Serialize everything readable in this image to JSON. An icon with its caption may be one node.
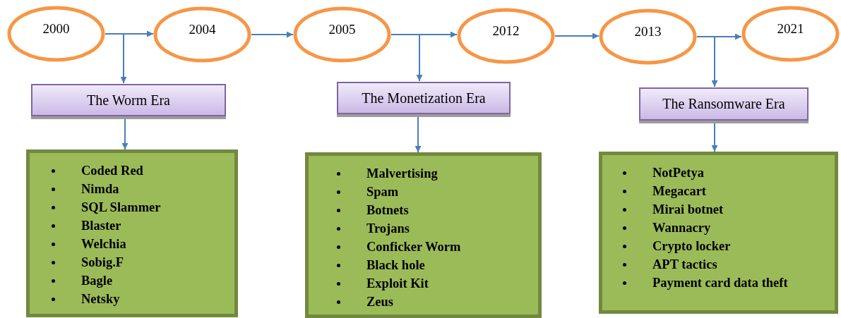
{
  "diagram": {
    "nodes": [
      {
        "text": [
          "2000"
        ]
      },
      {
        "text": [
          "2004"
        ]
      },
      {
        "text": [
          "2005"
        ]
      },
      {
        "text": [
          "2012"
        ]
      },
      {
        "text": [
          "2013"
        ]
      },
      {
        "text": [
          "2021"
        ]
      },
      {
        "text": [
          "The Worm Era"
        ]
      },
      {
        "text": [
          "The Monetization Era"
        ]
      },
      {
        "text": [
          "The Ransomware Era"
        ]
      },
      {
        "text": [
          "Coded Red",
          "Nimda",
          "SQL Slammer",
          "Blaster",
          "Welchia",
          "Sobig.F",
          "Bagle",
          "Netsky"
        ]
      },
      {
        "text": [
          "Malvertising",
          "Spam",
          "Botnets",
          "Trojans",
          "Conficker Worm",
          "Black hole",
          "Exploit Kit",
          "Zeus"
        ]
      },
      {
        "text": [
          "NotPetya",
          "Megacart",
          "Mirai botnet",
          "Wannacry",
          "Crypto locker",
          "APT tactics",
          "Payment card data theft"
        ]
      }
    ],
    "edges": [
      {
        "from": 0,
        "to": 1,
        "arrow": "to"
      },
      {
        "from": 1,
        "to": 2,
        "arrow": "to"
      },
      {
        "from": 2,
        "to": 3,
        "arrow": "to"
      },
      {
        "from": 3,
        "to": 4,
        "arrow": "to"
      },
      {
        "from": 4,
        "to": 5,
        "arrow": "to"
      },
      {
        "from": 0,
        "to": 6,
        "arrow": "to"
      },
      {
        "from": 2,
        "to": 7,
        "arrow": "to"
      },
      {
        "from": 4,
        "to": 8,
        "arrow": "to"
      },
      {
        "from": 6,
        "to": 9,
        "arrow": "to"
      },
      {
        "from": 7,
        "to": 10,
        "arrow": "to"
      },
      {
        "from": 8,
        "to": 11,
        "arrow": "to"
      }
    ]
  }
}
